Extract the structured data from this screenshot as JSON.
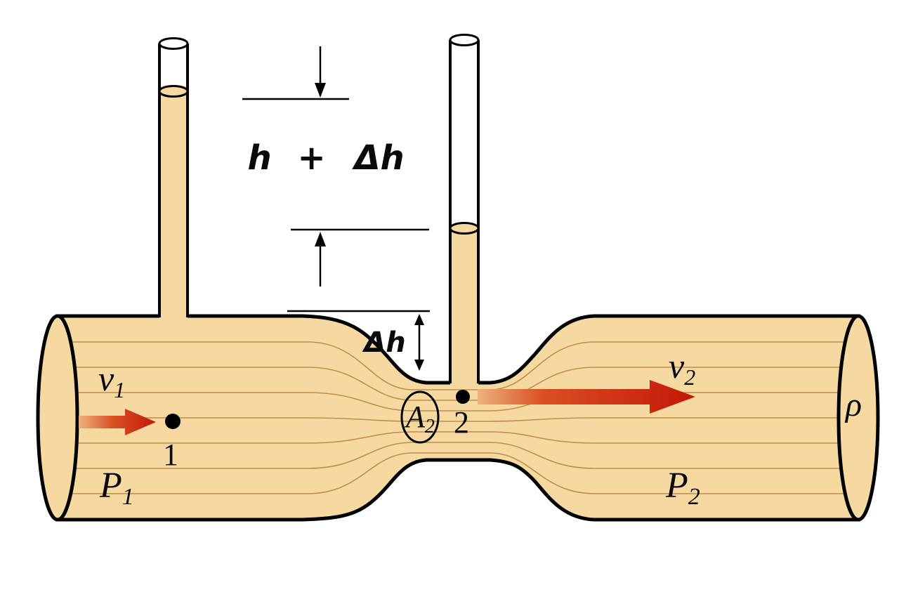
{
  "diagram": {
    "labels": {
      "h_plus_dh": {
        "h": "h",
        "plus": "+",
        "dh": "Δh"
      },
      "dh": "Δh",
      "v1": {
        "main": "v",
        "sub": "1"
      },
      "v2": {
        "main": "v",
        "sub": "2"
      },
      "p1": {
        "main": "P",
        "sub": "1"
      },
      "p2": {
        "main": "P",
        "sub": "2"
      },
      "a2": {
        "main": "A",
        "sub": "2"
      },
      "point1": "1",
      "point2": "2",
      "rho": "ρ"
    },
    "colors": {
      "fluid": "#f6d9a0",
      "tube_empty": "#ffffff",
      "outline": "#000000",
      "streamline": "#bd8a4a",
      "arrow_tail": "#edb27c",
      "arrow_mid": "#da4f24",
      "arrow_head": "#c21807",
      "background": "#ffffff"
    }
  }
}
